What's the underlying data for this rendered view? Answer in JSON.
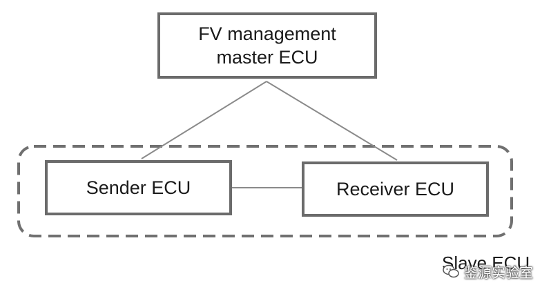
{
  "diagram": {
    "master": {
      "line1": "FV management",
      "line2": "master ECU"
    },
    "sender": {
      "label": "Sender ECU"
    },
    "receiver": {
      "label": "Receiver ECU"
    },
    "group": {
      "label": "Slave ECU"
    }
  },
  "watermark": {
    "icon": "chat-bubbles-icon",
    "text": "鉴源实验室"
  },
  "colors": {
    "box_border": "#6b6b6b",
    "connector": "#8a8a8a",
    "group_border": "#707070",
    "text": "#1a1a1a"
  }
}
